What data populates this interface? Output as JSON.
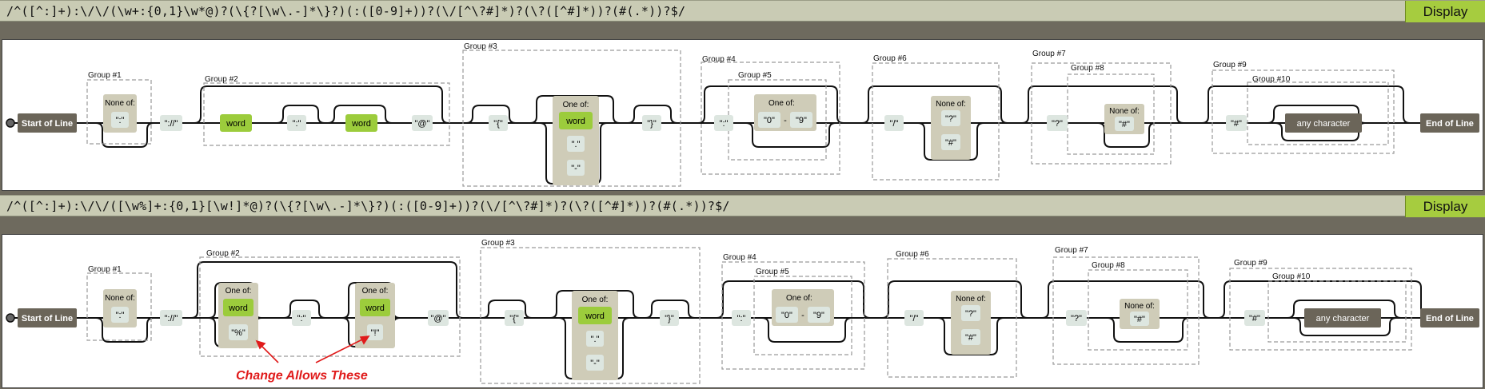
{
  "top": {
    "expression": "/^([^:]+):\\/\\/(\\w+:{0,1}\\w*@)?(\\{?[\\w\\.-]*\\}?)(:([0-9]+))?(\\/[^\\?#]*)?(\\?([^#]*))?(#(.*))?$/",
    "button_label": "Display"
  },
  "bottom": {
    "expression": "/^([^:]+):\\/\\/([\\w%]+:{0,1}[\\w!]*@)?(\\{?[\\w\\.-]*\\}?)(:([0-9]+))?(\\/[^\\?#]*)?(\\?([^#]*))?(#(.*))?$/",
    "button_label": "Display"
  },
  "labels": {
    "start": "Start of Line",
    "end": "End of Line",
    "none_of": "None of:",
    "one_of": "One of:",
    "word": "word",
    "any_char": "any character",
    "group1": "Group #1",
    "group2": "Group #2",
    "group3": "Group #3",
    "group4": "Group #4",
    "group5": "Group #5",
    "group6": "Group #6",
    "group7": "Group #7",
    "group8": "Group #8",
    "group9": "Group #9",
    "group10": "Group #10"
  },
  "literals": {
    "colon": "\":\"",
    "slashes": "\"://\"",
    "at": "\"@\"",
    "lbrace": "\"{\"",
    "rbrace": "\"}\"",
    "dot": "\".\"",
    "dash": "\"-\"",
    "zero": "\"0\"",
    "nine": "\"9\"",
    "range_sep": "-",
    "slash": "\"/\"",
    "question": "\"?\"",
    "hash": "\"#\"",
    "percent": "\"%\"",
    "bang": "\"!\""
  },
  "annotation": {
    "text": "Change Allows These",
    "color": "#e01b1b"
  },
  "colors": {
    "word_green": "#9ccc3c",
    "terminal": "#6b6559",
    "literal_bg": "#dde6e0",
    "set_bg": "#cfccb8"
  }
}
